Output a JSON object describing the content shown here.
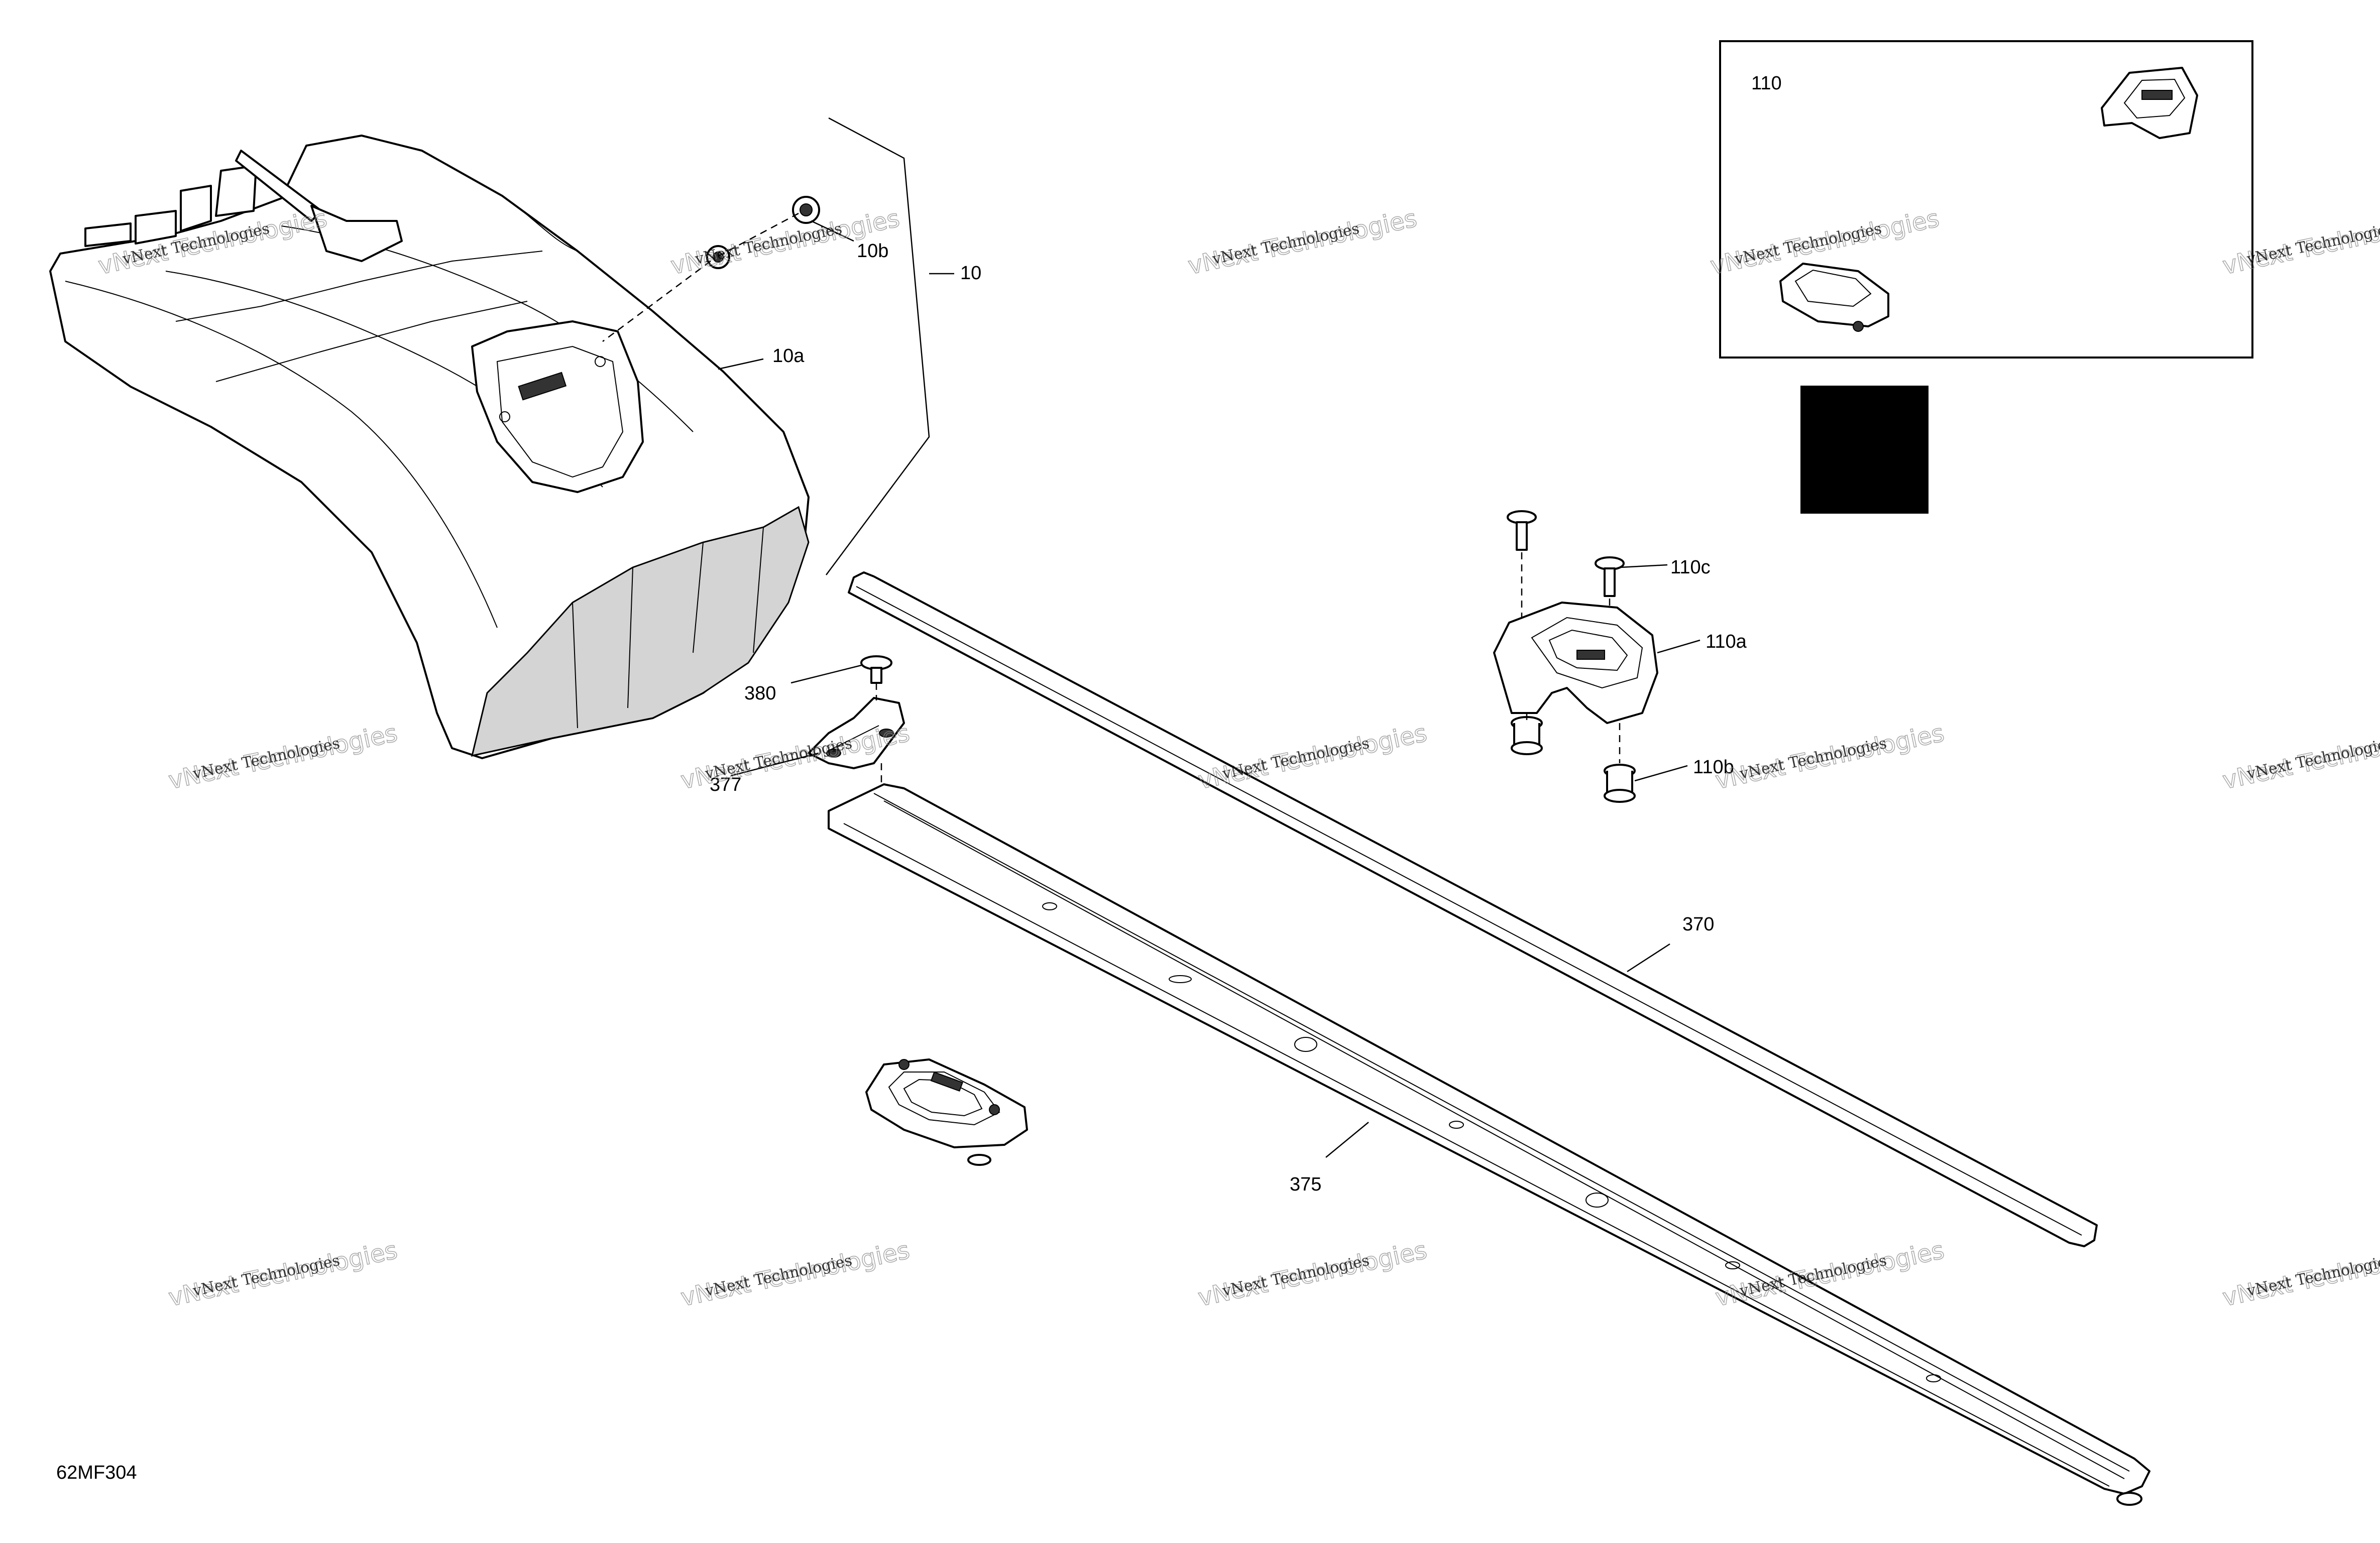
{
  "diagram": {
    "reference": "62MF304",
    "watermark": {
      "line1": "vNext Technologies",
      "line2": "vNext Technologies"
    },
    "callouts": {
      "c10": "10",
      "c10a": "10a",
      "c10b": "10b",
      "c110": "110",
      "c110a": "110a",
      "c110b": "110b",
      "c110c": "110c",
      "c370": "370",
      "c375": "375",
      "c377": "377",
      "c380": "380"
    }
  }
}
